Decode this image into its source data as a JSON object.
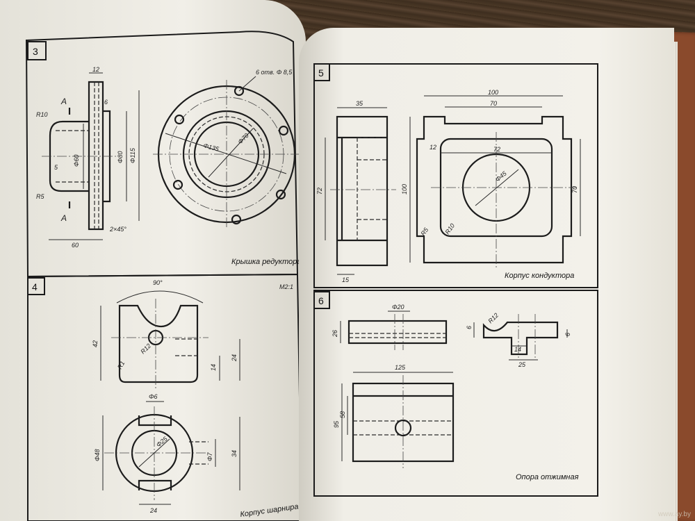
{
  "left_page": {
    "panel_3": {
      "number": "3",
      "caption": "Крышка редуктора",
      "dims": {
        "d12": "12",
        "holes": "6 отв. Φ 8,5",
        "a_top": "A",
        "a_bot": "A",
        "r10": "R10",
        "d6": "6",
        "phi60": "Φ60",
        "phi80": "Φ80",
        "phi115": "Φ115",
        "d5": "5",
        "r5": "R5",
        "d60": "60",
        "chamfer": "2×45°",
        "phi135": "Φ135",
        "phi70": "Φ70"
      }
    },
    "panel_4": {
      "number": "4",
      "scale": "M2:1",
      "caption": "Корпус шарнира",
      "dims": {
        "angle90": "90°",
        "d42": "42",
        "r12": "R12",
        "r1": "R1",
        "d14": "14",
        "d24": "24",
        "phi6": "Φ6",
        "phi48": "Φ48",
        "phi25": "Φ25",
        "phi7": "Φ7",
        "d34": "34",
        "d24b": "24"
      }
    }
  },
  "right_page": {
    "panel_5": {
      "number": "5",
      "caption": "Корпус кондуктора",
      "dims": {
        "d35": "35",
        "d100": "100",
        "d70": "70",
        "d12": "12",
        "d72": "72",
        "d72h": "72",
        "d100v": "100",
        "phi45": "Φ45",
        "d70v": "70",
        "r5": "R5",
        "r10": "R10",
        "d15": "15"
      }
    },
    "panel_6": {
      "number": "6",
      "caption": "Опора отжимная",
      "dims": {
        "phi20": "Φ20",
        "d26": "26",
        "d6a": "6",
        "r12": "R12",
        "d6b": "6",
        "d14": "14",
        "d25": "25",
        "d125": "125",
        "d95": "95",
        "d58": "58"
      }
    }
  },
  "watermark": "www.ay.by"
}
